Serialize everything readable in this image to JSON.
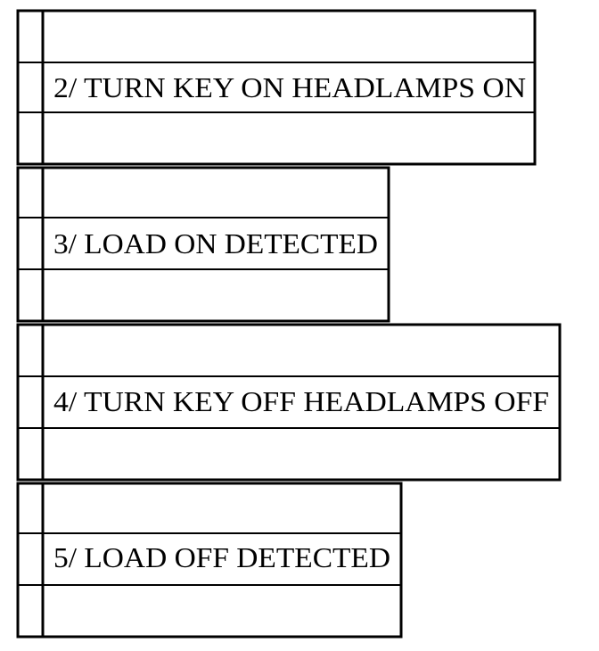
{
  "colors": {
    "line": "#000000",
    "background": "#ffffff",
    "text": "#000000"
  },
  "steps": [
    {
      "label": "2/ TURN KEY ON HEADLAMPS ON"
    },
    {
      "label": "3/ LOAD ON DETECTED"
    },
    {
      "label": "4/ TURN KEY OFF HEADLAMPS OFF"
    },
    {
      "label": "5/ LOAD OFF DETECTED"
    }
  ]
}
